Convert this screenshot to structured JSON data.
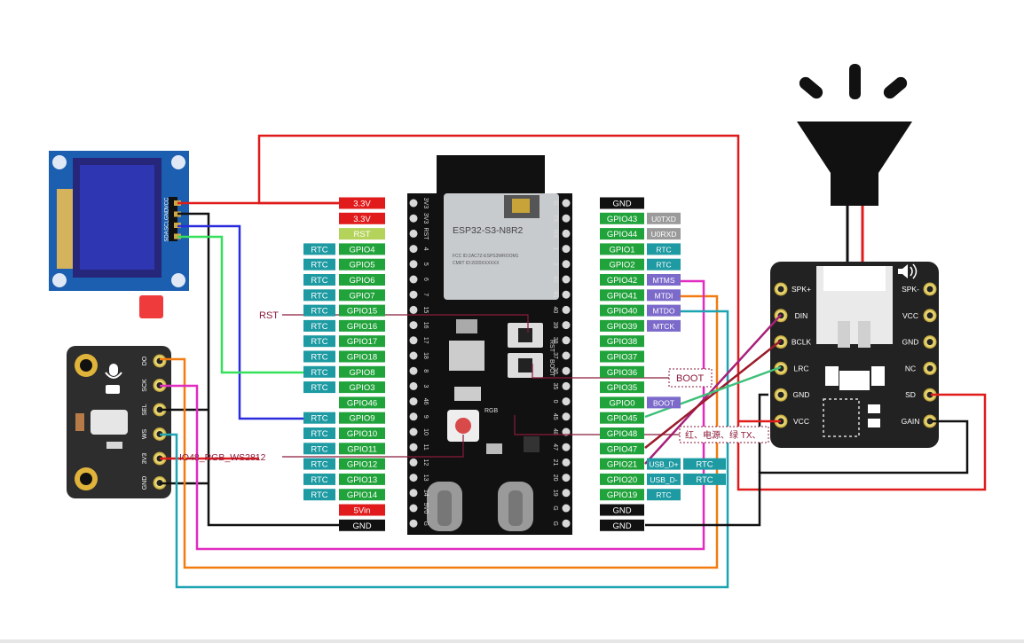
{
  "colors": {
    "red": "#e01b1b",
    "black": "#111111",
    "blue": "#2a2bdc",
    "green": "#35e05a",
    "orange": "#f27c11",
    "magenta": "#e12cc0",
    "teal": "#1ea3b2",
    "darkred": "#8b1a3a",
    "rtc_badge": "#1d9aa2",
    "gpio_badge": "#21a33b",
    "power_badge": "#e11b1b",
    "gnd_badge": "#111111",
    "rst_badge": "#b4d35a",
    "purple_badge": "#7c6acb",
    "gray_badge": "#9a9a9a"
  },
  "oled": {
    "pins": [
      "VCC",
      "GND",
      "SCL",
      "SDA"
    ]
  },
  "mic": {
    "pins": [
      "DO",
      "SCK",
      "SEL",
      "WS",
      "3V3",
      "GND"
    ]
  },
  "amp": {
    "left_pins": [
      "SPK+",
      "DIN",
      "BCLK",
      "LRC",
      "GND",
      "VCC"
    ],
    "right_pins": [
      "SPK-",
      "VCC",
      "GND",
      "NC",
      "SD",
      "GAIN"
    ],
    "icon": "speaker-volume-icon"
  },
  "speaker": {
    "icon": "loudspeaker-icon"
  },
  "esp32": {
    "module_text": [
      "ESP32-S3-N8R2",
      "FCC ID:2AC7Z-ESPS3WROOM1",
      "CMIIT ID:2020XXXXXX"
    ],
    "left_silk": [
      "3V3",
      "3V3",
      "RST",
      "4",
      "5",
      "6",
      "7",
      "15",
      "16",
      "17",
      "18",
      "8",
      "3",
      "46",
      "9",
      "10",
      "11",
      "12",
      "13",
      "14",
      "5V0",
      "G"
    ],
    "right_silk": [
      "G",
      "TX",
      "RX",
      "1",
      "2",
      "42",
      "41",
      "40",
      "39",
      "38",
      "37",
      "36",
      "35",
      "0",
      "45",
      "48",
      "47",
      "21",
      "20",
      "19",
      "G",
      "G"
    ],
    "buttons": [
      "RST",
      "BOOT"
    ],
    "rgb_label": "RGB"
  },
  "left_header": [
    {
      "rtc": "",
      "gpio": "3.3V",
      "type": "power"
    },
    {
      "rtc": "",
      "gpio": "3.3V",
      "type": "power"
    },
    {
      "rtc": "",
      "gpio": "RST",
      "type": "rst"
    },
    {
      "rtc": "RTC",
      "gpio": "GPIO4",
      "type": "gpio"
    },
    {
      "rtc": "RTC",
      "gpio": "GPIO5",
      "type": "gpio"
    },
    {
      "rtc": "RTC",
      "gpio": "GPIO6",
      "type": "gpio"
    },
    {
      "rtc": "RTC",
      "gpio": "GPIO7",
      "type": "gpio"
    },
    {
      "rtc": "RTC",
      "gpio": "GPIO15",
      "type": "gpio"
    },
    {
      "rtc": "RTC",
      "gpio": "GPIO16",
      "type": "gpio"
    },
    {
      "rtc": "RTC",
      "gpio": "GPIO17",
      "type": "gpio"
    },
    {
      "rtc": "RTC",
      "gpio": "GPIO18",
      "type": "gpio"
    },
    {
      "rtc": "RTC",
      "gpio": "GPIO8",
      "type": "gpio"
    },
    {
      "rtc": "RTC",
      "gpio": "GPIO3",
      "type": "gpio"
    },
    {
      "rtc": "",
      "gpio": "GPIO46",
      "type": "gpio"
    },
    {
      "rtc": "RTC",
      "gpio": "GPIO9",
      "type": "gpio"
    },
    {
      "rtc": "RTC",
      "gpio": "GPIO10",
      "type": "gpio"
    },
    {
      "rtc": "RTC",
      "gpio": "GPIO11",
      "type": "gpio"
    },
    {
      "rtc": "RTC",
      "gpio": "GPIO12",
      "type": "gpio"
    },
    {
      "rtc": "RTC",
      "gpio": "GPIO13",
      "type": "gpio"
    },
    {
      "rtc": "RTC",
      "gpio": "GPIO14",
      "type": "gpio"
    },
    {
      "rtc": "",
      "gpio": "5Vin",
      "type": "power"
    },
    {
      "rtc": "",
      "gpio": "GND",
      "type": "gnd"
    }
  ],
  "right_header": [
    {
      "gpio": "GND",
      "type": "gnd",
      "f1": "",
      "f1type": "",
      "f2": ""
    },
    {
      "gpio": "GPIO43",
      "type": "gpio",
      "f1": "U0TXD",
      "f1type": "gray",
      "f2": ""
    },
    {
      "gpio": "GPIO44",
      "type": "gpio",
      "f1": "U0RXD",
      "f1type": "gray",
      "f2": ""
    },
    {
      "gpio": "GPIO1",
      "type": "gpio",
      "f1": "RTC",
      "f1type": "rtc",
      "f2": ""
    },
    {
      "gpio": "GPIO2",
      "type": "gpio",
      "f1": "RTC",
      "f1type": "rtc",
      "f2": ""
    },
    {
      "gpio": "GPIO42",
      "type": "gpio",
      "f1": "MTMS",
      "f1type": "purple",
      "f2": ""
    },
    {
      "gpio": "GPIO41",
      "type": "gpio",
      "f1": "MTDI",
      "f1type": "purple",
      "f2": ""
    },
    {
      "gpio": "GPIO40",
      "type": "gpio",
      "f1": "MTDO",
      "f1type": "purple",
      "f2": ""
    },
    {
      "gpio": "GPIO39",
      "type": "gpio",
      "f1": "MTCK",
      "f1type": "purple",
      "f2": ""
    },
    {
      "gpio": "GPIO38",
      "type": "gpio",
      "f1": "",
      "f1type": "",
      "f2": ""
    },
    {
      "gpio": "GPIO37",
      "type": "gpio",
      "f1": "",
      "f1type": "",
      "f2": ""
    },
    {
      "gpio": "GPIO36",
      "type": "gpio",
      "f1": "",
      "f1type": "",
      "f2": ""
    },
    {
      "gpio": "GPIO35",
      "type": "gpio",
      "f1": "",
      "f1type": "",
      "f2": ""
    },
    {
      "gpio": "GPIO0",
      "type": "gpio",
      "f1": "BOOT",
      "f1type": "purple",
      "f2": ""
    },
    {
      "gpio": "GPIO45",
      "type": "gpio",
      "f1": "",
      "f1type": "",
      "f2": ""
    },
    {
      "gpio": "GPIO48",
      "type": "gpio",
      "f1": "",
      "f1type": "",
      "f2": ""
    },
    {
      "gpio": "GPIO47",
      "type": "gpio",
      "f1": "",
      "f1type": "",
      "f2": ""
    },
    {
      "gpio": "GPIO21",
      "type": "gpio",
      "f1": "USB_D+",
      "f1type": "rtc",
      "f2": "RTC"
    },
    {
      "gpio": "GPIO20",
      "type": "gpio",
      "f1": "USB_D-",
      "f1type": "rtc",
      "f2": "RTC"
    },
    {
      "gpio": "GPIO19",
      "type": "gpio",
      "f1": "RTC",
      "f1type": "rtc",
      "f2": ""
    },
    {
      "gpio": "GND",
      "type": "gnd",
      "f1": "",
      "f1type": "",
      "f2": ""
    },
    {
      "gpio": "GND",
      "type": "gnd",
      "f1": "",
      "f1type": "",
      "f2": ""
    }
  ],
  "annotations": {
    "rst": "RST",
    "boot": "BOOT",
    "rgb": "IO48_RGB_WS2812",
    "chinese": "红、电源、绿 TX、"
  }
}
